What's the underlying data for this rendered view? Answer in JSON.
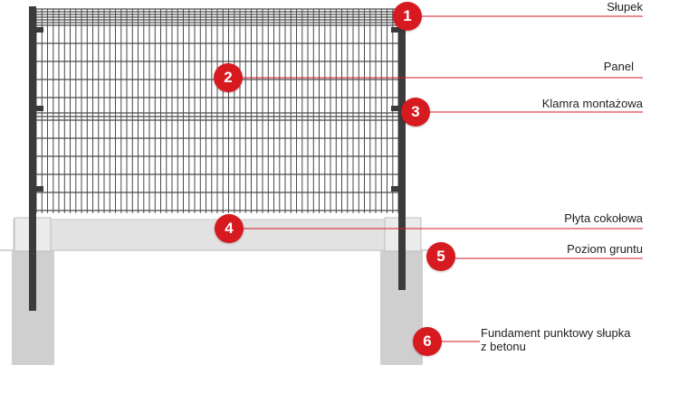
{
  "colors": {
    "accent": "#d71920",
    "post": "#3b3b3b",
    "panel_wire": "#4a4a4a",
    "concrete": "#cfcfcf",
    "baseplate": "#e2e2e2"
  },
  "callouts": [
    {
      "number": "1",
      "label": "Słupek"
    },
    {
      "number": "2",
      "label": "Panel"
    },
    {
      "number": "3",
      "label": "Klamra montażowa"
    },
    {
      "number": "4",
      "label": "Płyta cokołowa"
    },
    {
      "number": "5",
      "label": "Poziom gruntu"
    },
    {
      "number": "6",
      "label_line1": "Fundament punktowy słupka",
      "label_line2": "z betonu"
    }
  ]
}
